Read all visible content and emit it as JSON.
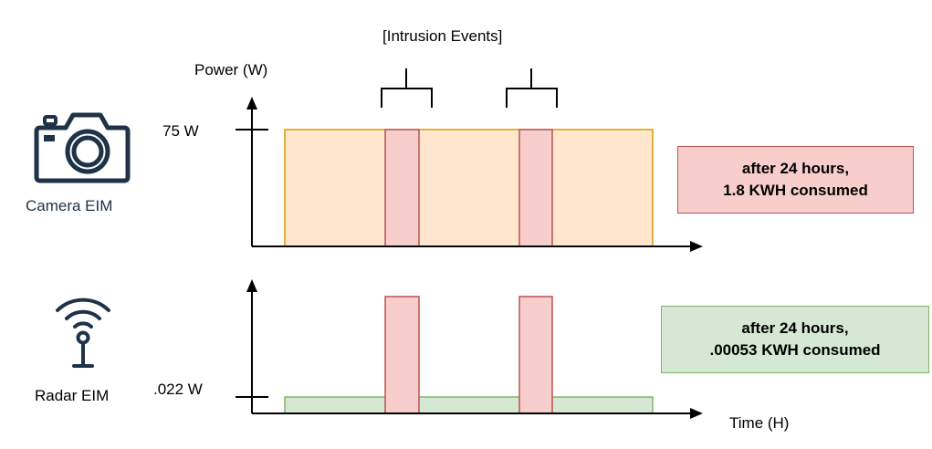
{
  "title": "[Intrusion Events]",
  "y_axis_label": "Power (W)",
  "x_axis_label": "Time (H)",
  "camera": {
    "icon": "camera-icon",
    "label": "Camera EIM",
    "baseline_label": "75 W",
    "callout_line1": "after 24 hours,",
    "callout_line2": "1.8 KWH consumed"
  },
  "radar": {
    "icon": "radar-antenna-icon",
    "label": "Radar EIM",
    "baseline_label": ".022 W",
    "callout_line1": "after 24 hours,",
    "callout_line2": ".00053 KWH consumed"
  },
  "colors": {
    "camera_baseline_fill": "#ffe6cc",
    "camera_baseline_stroke": "#d79b00",
    "event_fill": "#f8cecc",
    "event_stroke": "#b85450",
    "radar_baseline_fill": "#d5e8d4",
    "radar_baseline_stroke": "#82b366",
    "icon_color": "#1e3347"
  }
}
